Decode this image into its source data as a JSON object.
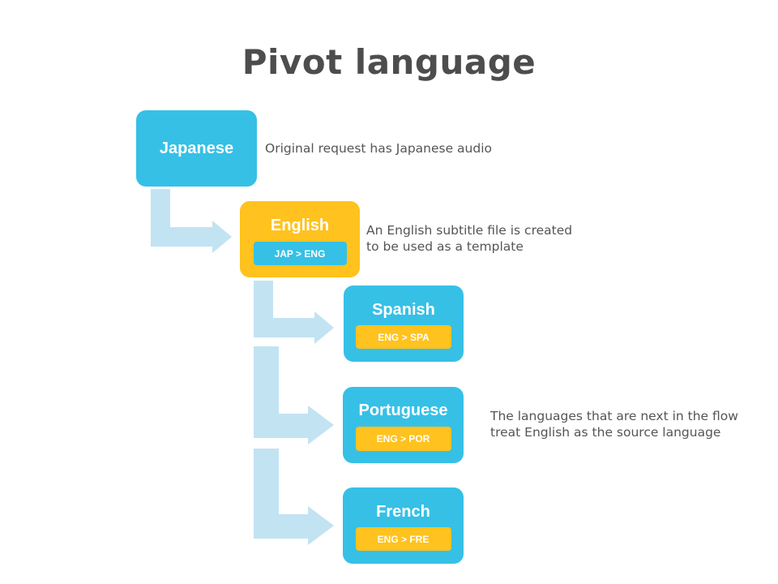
{
  "title": "Pivot language",
  "colors": {
    "blue": "#36c0e6",
    "yellow": "#ffc21e",
    "arrow": "#c2e3f2",
    "title": "#4d4d4d",
    "text": "#555555"
  },
  "nodes": {
    "japanese": {
      "label": "Japanese"
    },
    "english": {
      "label": "English",
      "tag": "JAP > ENG"
    },
    "spanish": {
      "label": "Spanish",
      "tag": "ENG > SPA"
    },
    "portuguese": {
      "label": "Portuguese",
      "tag": "ENG > POR"
    },
    "french": {
      "label": "French",
      "tag": "ENG > FRE"
    }
  },
  "notes": {
    "japanese": "Original request has Japanese audio",
    "english": "An English subtitle file is created\nto be used as a template",
    "flow": "The languages that are next in the flow\ntreat English as the source language"
  },
  "edges": [
    {
      "from": "japanese",
      "to": "english"
    },
    {
      "from": "english",
      "to": "spanish"
    },
    {
      "from": "english",
      "to": "portuguese"
    },
    {
      "from": "english",
      "to": "french"
    }
  ]
}
